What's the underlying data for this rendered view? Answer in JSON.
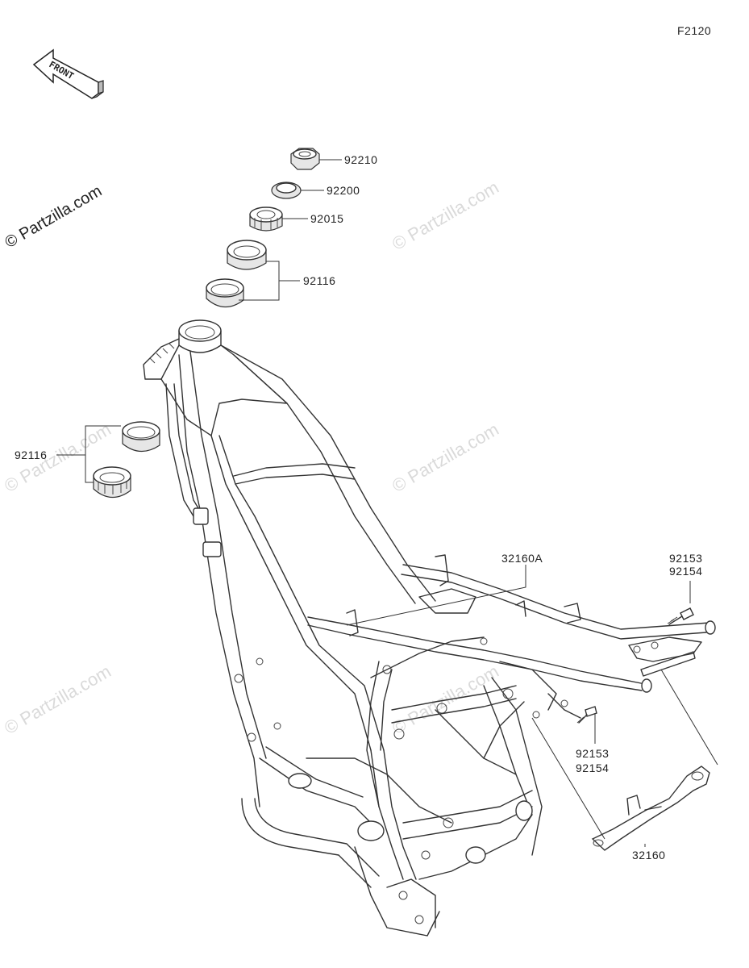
{
  "diagram": {
    "figure_code": "F2120",
    "front_badge": "FRONT",
    "watermark": "© Partzilla.com",
    "callouts": {
      "c92210": "92210",
      "c92200": "92200",
      "c92015": "92015",
      "c92116_top": "92116",
      "c92116_left": "92116",
      "c32160A": "32160A",
      "c92153_top": "92153",
      "c92154_top": "92154",
      "c92153_mid": "92153",
      "c92154_mid": "92154",
      "c32160": "32160"
    }
  }
}
